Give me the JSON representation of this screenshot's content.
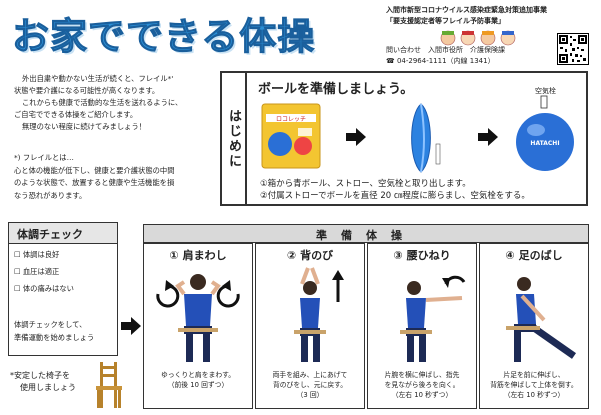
{
  "header": {
    "title": "お家でできる体操",
    "org_line1": "入間市新型コロナウイルス感染症緊急対策追加事業",
    "org_line2": "「要支援認定者等フレイル予防事業」",
    "contact_label": "問い合わせ　入間市役所　介護保険課",
    "phone": "04-2964-1111（内線 1341）"
  },
  "intro": [
    "外出自粛や動かない生活が続くと、フレイル*'",
    "状態や要介護になる可能性が高くなります。",
    "これからも健康で活動的な生活を送れるように、",
    "ご自宅でできる体操をご紹介します。",
    "無理のない程度に続けてみましょう！"
  ],
  "frailty_note": [
    "*) フレイルとは…",
    "心と体の機能が低下し、健康と要介護状態の中間",
    "のような状態で、放置すると健康や生活機能を損",
    "なう恐れがあります。"
  ],
  "hajimeni": {
    "tab": "はじめに",
    "heading": "ボールを準備しましょう。",
    "valve_label": "空気栓",
    "box_brand": "ロコレッチ",
    "ball_brand": "HATACHI",
    "steps": [
      "①箱から青ボール、ストロー、空気栓と取り出します。",
      "②付属ストローでボールを直径 20 ㎝程度に膨らまし、空気栓をする。"
    ]
  },
  "condition_check": {
    "title": "体調チェック",
    "items": [
      "体調は良好",
      "血圧は適正",
      "体の痛みはない"
    ],
    "note": [
      "体調チェックをして、",
      "準備運動を始めましょう"
    ]
  },
  "chair_note": [
    "*安定した椅子を",
    "使用しましょう"
  ],
  "warmup": {
    "title": "準備体操",
    "exercises": [
      {
        "title": "①  肩まわし",
        "desc": [
          "ゆっくりと肩をまわす。",
          "（前後 10 回ずつ）"
        ]
      },
      {
        "title": "②  背のび",
        "desc": [
          "両手を組み、上にあげて",
          "背のびをし、元に戻す。",
          "（3 回）"
        ]
      },
      {
        "title": "③  腰ひねり",
        "desc": [
          "片腕を横に伸ばし、指先",
          "を見ながら後ろを向く。",
          "（左右 10 秒ずつ）"
        ]
      },
      {
        "title": "④  足のばし",
        "desc": [
          "片足を前に伸ばし、",
          "背筋を伸ばして上体を倒す。",
          "（左右 10 秒ずつ）"
        ]
      }
    ]
  },
  "colors": {
    "title_blue": "#2b8fd6",
    "ball_blue": "#2a6fd6",
    "gray_bar": "#d9d9d9"
  }
}
